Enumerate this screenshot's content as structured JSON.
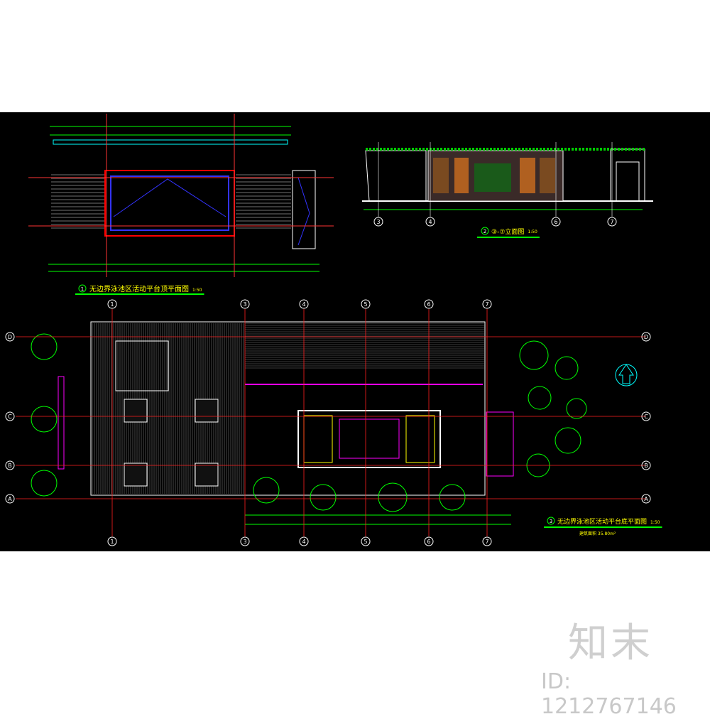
{
  "drawing": {
    "roof_plan_title": "无边界泳池区活动平台顶平面图",
    "roof_plan_num": "1",
    "roof_plan_scale": "1:50",
    "elevation_title": "③-⑦立面图",
    "elevation_num": "2",
    "elevation_scale": "1:50",
    "floor_plan_title": "无边界泳池区活动平台底平面图",
    "floor_plan_num": "3",
    "floor_plan_scale": "1:50",
    "floor_area": "建筑面积 35.80m²",
    "top_axes": [
      "1",
      "3",
      "4",
      "5",
      "6",
      "7"
    ],
    "elev_axes": [
      "3",
      "4",
      "6",
      "7"
    ],
    "row_axes": [
      "D",
      "C",
      "B",
      "A"
    ],
    "colors": {
      "background": "#000000",
      "axis": "#ff2020",
      "wall": "#ffffff",
      "dim": "#00ff00",
      "accent": "#ff00ff",
      "text": "#ffff00",
      "hatch": "#9a9a9a",
      "tree": "#00ff00"
    }
  },
  "watermark": {
    "logo": "知末",
    "id": "ID: 1212767146"
  }
}
